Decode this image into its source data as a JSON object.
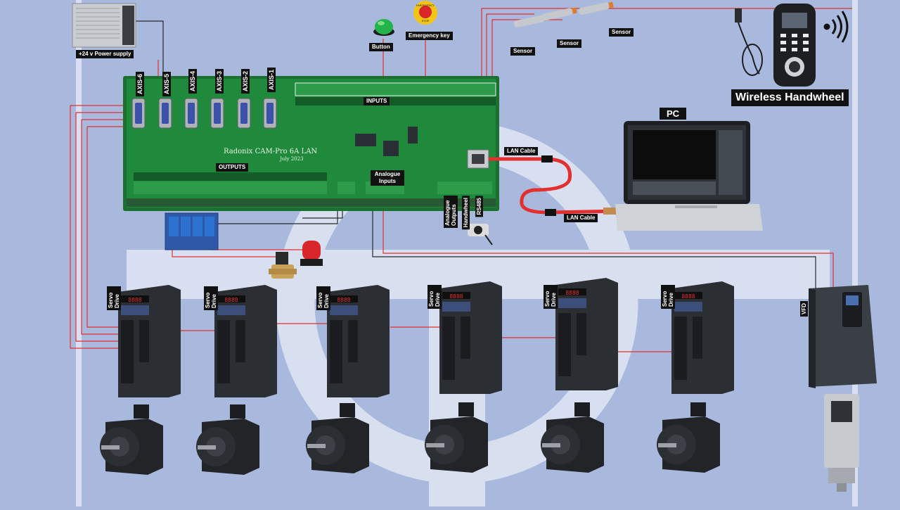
{
  "board": {
    "name": "Radonix CAM-Pro 6A LAN",
    "date": "July 2023"
  },
  "labels": {
    "power_supply": "+24 v Power supply",
    "button": "Button",
    "emergency_key": "Emergency key",
    "sensor": "Sensor",
    "inputs": "INPUTS",
    "outputs": "OUTPUTS",
    "analogue_inputs": "Analogue Inputs",
    "analogue_outputs": "Analogue Outputs",
    "handwheel": "Handwheel",
    "rs485": "RS485",
    "lan_cable": "LAN Cable",
    "pc": "PC",
    "wireless_handwheel": "Wireless Handwheel",
    "servo_drive": "Servo Drive",
    "vfd": "VFD",
    "estop_text_1": "EMERGENCY",
    "estop_text_2": "STOP"
  },
  "axes": [
    "AXIS-6",
    "AXIS-5",
    "AXIS-4",
    "AXIS-3",
    "AXIS-2",
    "AXIS-1"
  ],
  "colors": {
    "background": "#a9b9dd",
    "board": "#1f8a3c",
    "wire_red": "#e23030",
    "wire_black": "#2a2a2a",
    "lan_cable": "#e23030",
    "drive_body": "#2b2e33"
  }
}
